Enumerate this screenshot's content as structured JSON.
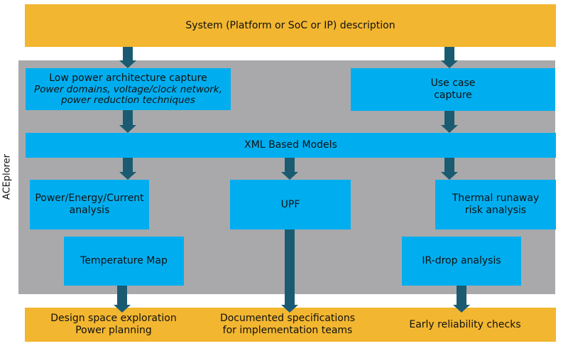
{
  "top_bar": {
    "label": "System (Platform or SoC or IP) description"
  },
  "side_label": "ACEplorer",
  "capture_left": {
    "title": "Low power architecture capture",
    "subtitle_line1": "Power domains, voltage/clock network,",
    "subtitle_line2": "power reduction techniques"
  },
  "capture_right": {
    "line1": "Use case",
    "line2": "capture"
  },
  "xml_bar": {
    "label": "XML Based Models"
  },
  "power_box": {
    "line1": "Power/Energy/Current",
    "line2": "analysis"
  },
  "upf_box": {
    "label": "UPF"
  },
  "thermal_box": {
    "line1": "Thermal runaway",
    "line2": "risk analysis"
  },
  "temp_map": {
    "label": "Temperature Map"
  },
  "ir_drop": {
    "label": "IR-drop analysis"
  },
  "outputs": {
    "left_line1": "Design space exploration",
    "left_line2": "Power planning",
    "mid_line1": "Documented specifications",
    "mid_line2": "for implementation teams",
    "right": "Early reliability checks"
  },
  "colors": {
    "yellow": "#f2b630",
    "blue": "#00aeef",
    "gray": "#a9a9ab",
    "arrow": "#1a5b72"
  }
}
